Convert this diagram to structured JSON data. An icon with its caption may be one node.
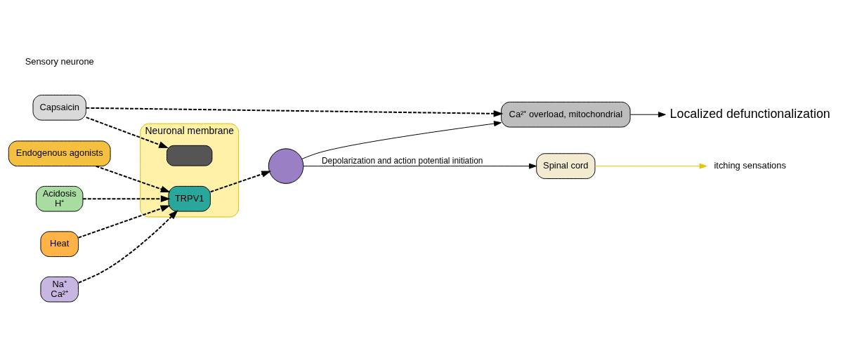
{
  "diagram": {
    "nodes": [
      {
        "text": [
          "Capsaicin"
        ]
      },
      {
        "text": [
          "Endogenous agonists"
        ]
      },
      {
        "text": [
          "Acidosis",
          "H⁺"
        ]
      },
      {
        "text": [
          "Heat"
        ]
      },
      {
        "text": [
          "Na⁺",
          "Ca²⁺"
        ]
      },
      {
        "text": [
          "Neuronal membrane"
        ]
      },
      {
        "text": [
          "TRPV1"
        ],
        "in": 5
      },
      {
        "text": [],
        "shape": "box",
        "in": 5
      },
      {
        "text": [],
        "shape": "circle"
      },
      {
        "text": [
          "Ca²⁺ overload, mitochondrial"
        ]
      },
      {
        "text": [
          "Spinal cord"
        ]
      },
      {
        "text": [
          "itching sensations"
        ]
      },
      {
        "text": [
          "Localized defunctionalization"
        ]
      }
    ],
    "edges": [
      {
        "from": 0,
        "to": 7,
        "arrow": "to",
        "style": "dashed"
      },
      {
        "from": 1,
        "to": 6,
        "arrow": "to",
        "style": "dashed"
      },
      {
        "from": 2,
        "to": 6,
        "arrow": "to",
        "style": "dashed"
      },
      {
        "from": 3,
        "to": 6,
        "arrow": "to",
        "style": "dashed"
      },
      {
        "from": 4,
        "to": 6,
        "arrow": "to",
        "style": "dashed"
      },
      {
        "from": 6,
        "to": 8,
        "arrow": "to",
        "style": "dashed"
      },
      {
        "from": 0,
        "to": 9,
        "arrow": "to",
        "style": "dashed"
      },
      {
        "from": 8,
        "to": 10,
        "arrow": "to",
        "label": "Depolarization and action potential initiation"
      },
      {
        "from": 8,
        "to": 9,
        "arrow": "to"
      },
      {
        "from": 9,
        "to": 12,
        "arrow": "to"
      },
      {
        "from": 10,
        "to": 11,
        "arrow": "to",
        "color": "#e8c400"
      }
    ],
    "labels": [
      "Sensory neurone"
    ]
  }
}
